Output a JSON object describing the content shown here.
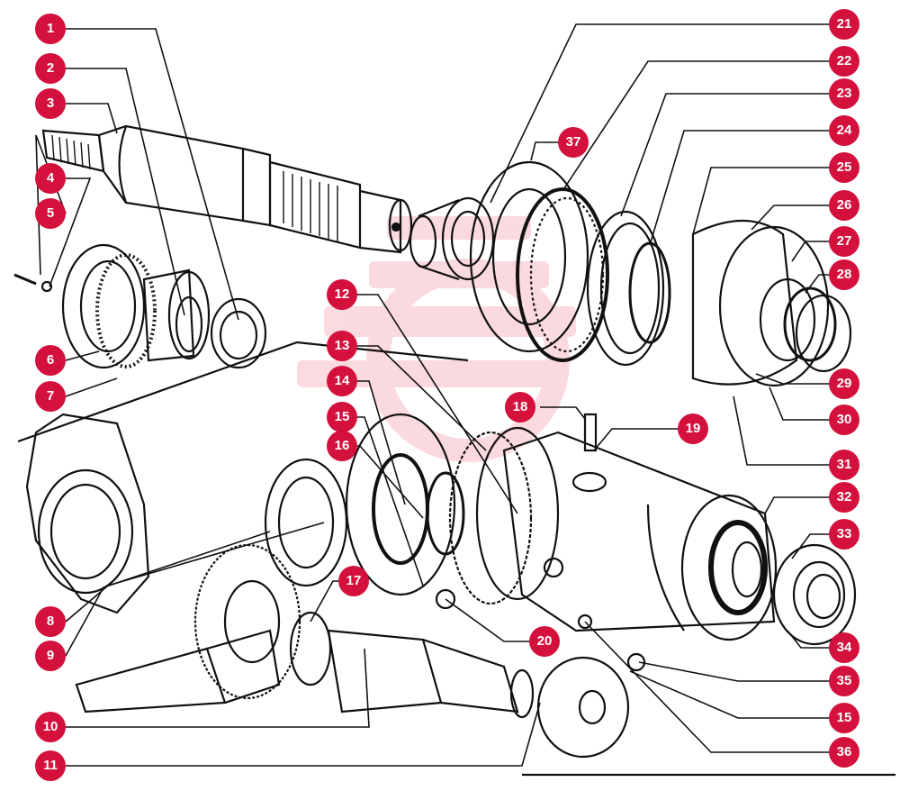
{
  "colors": {
    "badge": "#d4103c",
    "badge_text": "#ffffff",
    "line": "#111111",
    "watermark": "#e41b3c"
  },
  "callouts": [
    {
      "id": "c1",
      "label": "1"
    },
    {
      "id": "c2",
      "label": "2"
    },
    {
      "id": "c3",
      "label": "3"
    },
    {
      "id": "c4",
      "label": "4"
    },
    {
      "id": "c5",
      "label": "5"
    },
    {
      "id": "c6",
      "label": "6"
    },
    {
      "id": "c7",
      "label": "7"
    },
    {
      "id": "c8",
      "label": "8"
    },
    {
      "id": "c9",
      "label": "9"
    },
    {
      "id": "c10",
      "label": "10"
    },
    {
      "id": "c11",
      "label": "11"
    },
    {
      "id": "c12",
      "label": "12"
    },
    {
      "id": "c13",
      "label": "13"
    },
    {
      "id": "c14",
      "label": "14"
    },
    {
      "id": "c15a",
      "label": "15"
    },
    {
      "id": "c16",
      "label": "16"
    },
    {
      "id": "c17",
      "label": "17"
    },
    {
      "id": "c18",
      "label": "18"
    },
    {
      "id": "c19",
      "label": "19"
    },
    {
      "id": "c20",
      "label": "20"
    },
    {
      "id": "c21",
      "label": "21"
    },
    {
      "id": "c22",
      "label": "22"
    },
    {
      "id": "c23",
      "label": "23"
    },
    {
      "id": "c24",
      "label": "24"
    },
    {
      "id": "c25",
      "label": "25"
    },
    {
      "id": "c26",
      "label": "26"
    },
    {
      "id": "c27",
      "label": "27"
    },
    {
      "id": "c28",
      "label": "28"
    },
    {
      "id": "c29",
      "label": "29"
    },
    {
      "id": "c30",
      "label": "30"
    },
    {
      "id": "c31",
      "label": "31"
    },
    {
      "id": "c32",
      "label": "32"
    },
    {
      "id": "c33",
      "label": "33"
    },
    {
      "id": "c34",
      "label": "34"
    },
    {
      "id": "c35",
      "label": "35"
    },
    {
      "id": "c15b",
      "label": "15"
    },
    {
      "id": "c36",
      "label": "36"
    },
    {
      "id": "c37",
      "label": "37"
    }
  ]
}
